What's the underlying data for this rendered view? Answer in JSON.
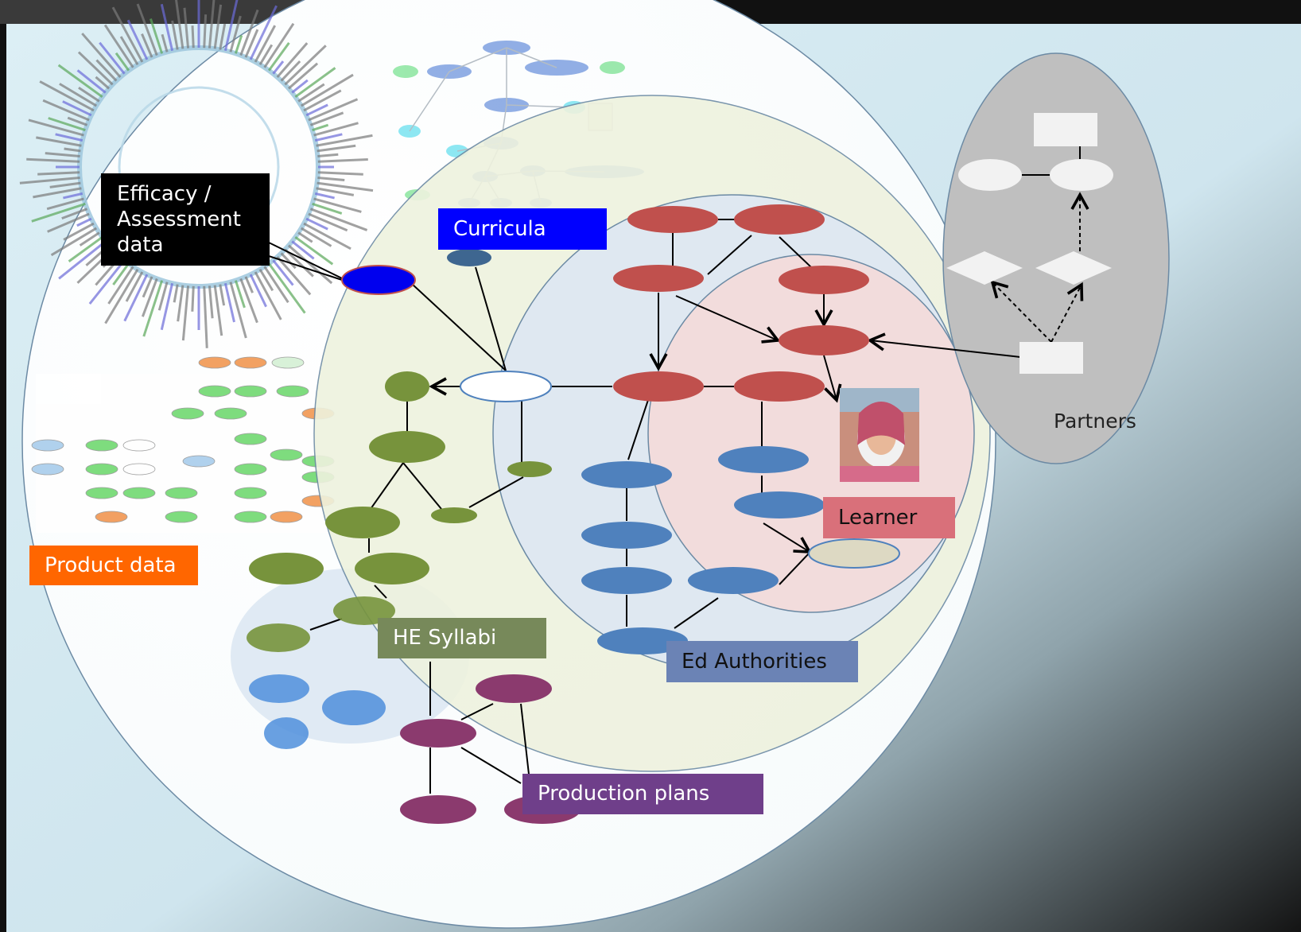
{
  "labels": {
    "efficacy": "Efficacy /\nAssessment\ndata",
    "curricula": "Curricula",
    "product_data": "Product data",
    "he_syllabi": "HE Syllabi",
    "learner": "Learner",
    "ed_authorities": "Ed Authorities",
    "production_plans": "Production plans",
    "partners": "Partners"
  },
  "colors": {
    "background_light": "#d9ecf2",
    "background_dark": "#1c1c1c",
    "outer_circle": "#ffffff",
    "curricula_region": "#eef2de",
    "ed_authorities_region": "#dde7f0",
    "learner_region": "#f2dcdc",
    "partners_region": "#bdbdbd",
    "red_node": "#c0504d",
    "blue_node": "#4f81bd",
    "green_node": "#77933c",
    "purple_node": "#8b3a6e",
    "efficacy_box": "#000000",
    "curricula_box": "#0000ff",
    "product_box": "#ff6600",
    "he_box": "#77895a",
    "learner_box": "#d9707a",
    "ed_box": "#6b83b5",
    "production_box": "#6f3f8a"
  },
  "icons": [
    "learner-photo-icon"
  ]
}
